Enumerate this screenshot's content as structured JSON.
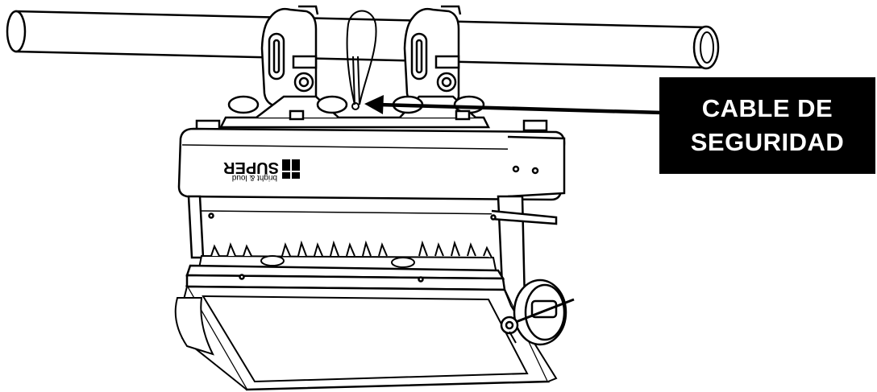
{
  "callout": {
    "line1": "CABLE DE",
    "line2": "SEGURIDAD"
  },
  "brand": {
    "name": "SUPER",
    "tagline": "bright & loud"
  },
  "colors": {
    "stroke": "#000000",
    "background": "#ffffff",
    "callout_bg": "#000000",
    "callout_text": "#ffffff"
  }
}
